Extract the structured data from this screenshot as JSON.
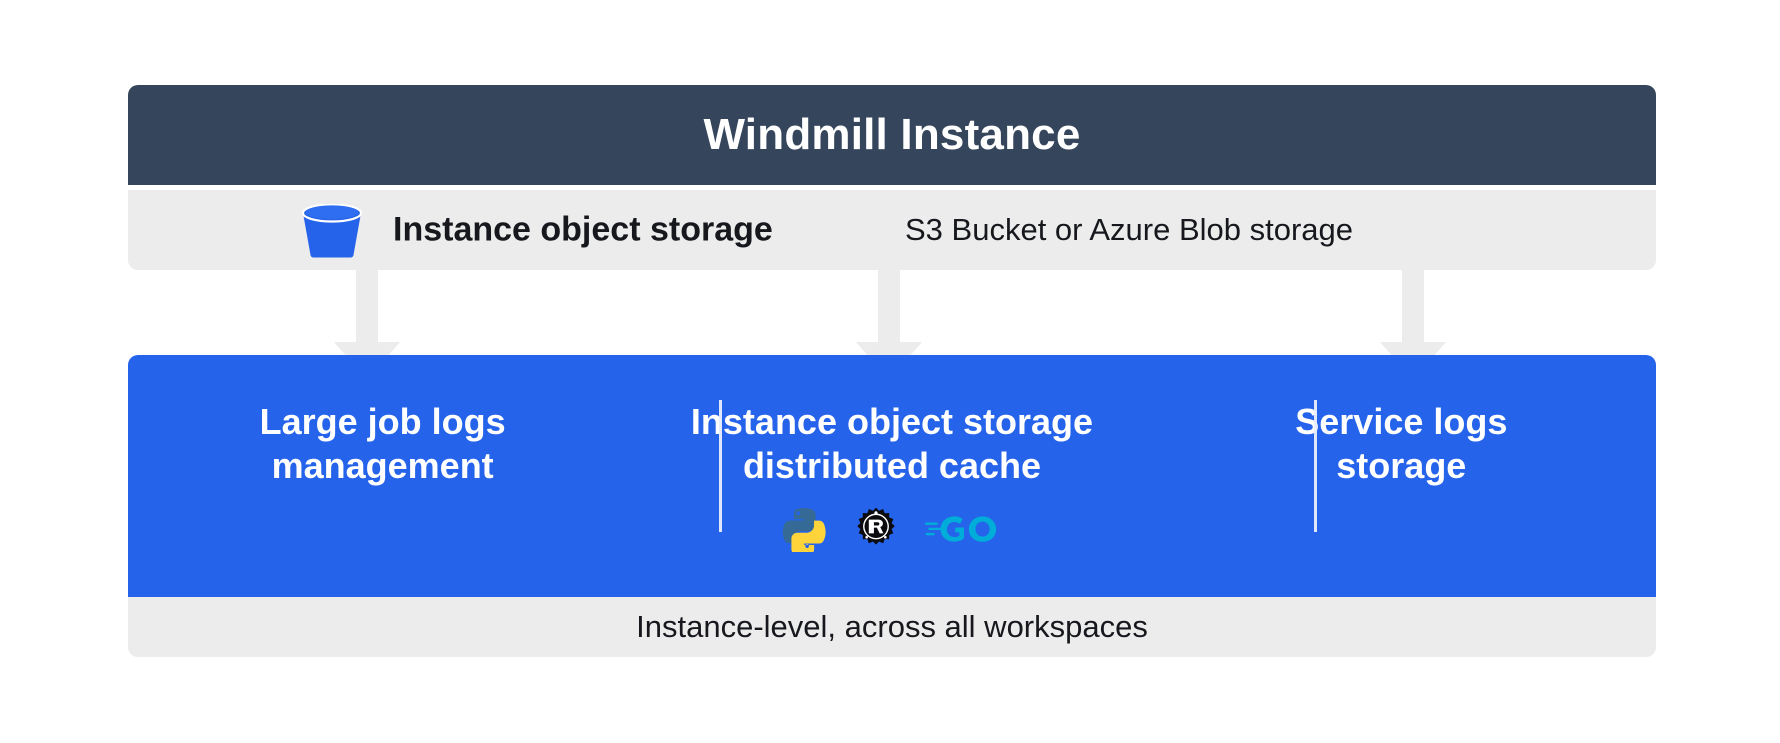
{
  "header": {
    "title": "Windmill Instance",
    "background_color": "#34455c",
    "text_color": "#ffffff"
  },
  "storage_row": {
    "icon_name": "bucket-icon",
    "icon_color": "#2563eb",
    "label": "Instance object storage",
    "sublabel": "S3 Bucket or Azure Blob storage",
    "background_color": "#ececec"
  },
  "connectors": [
    {
      "name": "connector-large-job-logs",
      "direction": "down"
    },
    {
      "name": "connector-distributed-cache",
      "direction": "down"
    },
    {
      "name": "connector-service-logs",
      "direction": "down"
    }
  ],
  "panel": {
    "background_color": "#2563eb",
    "columns": [
      {
        "id": "large-job-logs-management",
        "title": "Large job logs\nmanagement",
        "languages": []
      },
      {
        "id": "instance-object-storage-distributed-cache",
        "title": "Instance object storage\ndistributed cache",
        "languages": [
          {
            "name": "python-logo",
            "label": "Python",
            "colors": [
              "#366a96",
              "#ffd43b"
            ]
          },
          {
            "name": "rust-logo",
            "label": "Rust",
            "colors": [
              "#000000"
            ]
          },
          {
            "name": "go-logo",
            "label": "Go",
            "colors": [
              "#00add8"
            ]
          }
        ]
      },
      {
        "id": "service-logs-storage",
        "title": "Service logs\nstorage",
        "languages": []
      }
    ]
  },
  "footer": {
    "text": "Instance-level, across all workspaces",
    "background_color": "#ececec"
  }
}
